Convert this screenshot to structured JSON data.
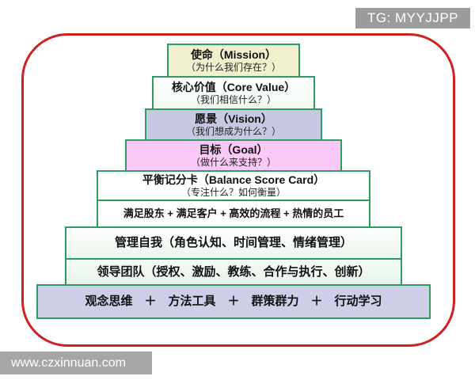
{
  "watermarks": {
    "top_right": "TG: MYYJJPP",
    "bottom_left": "www.czxinnuan.com"
  },
  "colors": {
    "frame_red": "#cc2222",
    "tier_border_green": "#2d9c62",
    "banner_gray": "#9c9c9c",
    "watermark_gray": "#a6a6a6"
  },
  "pyramid": {
    "tiers": [
      {
        "name": "mission",
        "title": "使命（Mission）",
        "subtitle": "（为什么我们存在？）",
        "fill": "#f0f0cf"
      },
      {
        "name": "core-value",
        "title": "核心价值（Core Value）",
        "subtitle": "（我们相信什么？）",
        "fill": "#ffffff"
      },
      {
        "name": "vision",
        "title": "愿景（Vision）",
        "subtitle": "（我们想成为什么？）",
        "fill": "#c8c8e4"
      },
      {
        "name": "goal",
        "title": "目标（Goal）",
        "subtitle": "（做什么来支持？）",
        "fill": "#fbc9f8"
      },
      {
        "name": "balance-score-card",
        "title": "平衡记分卡（Balance Score Card）",
        "subtitle": "（专注什么？如何衡量）",
        "fill": "#ffffff"
      },
      {
        "name": "bsc-perspectives",
        "title": "满足股东 + 满足客户 + 高效的流程 + 热情的员工",
        "fill": "#ffffff"
      },
      {
        "name": "self-management",
        "title": "管理自我（角色认知、时间管理、情绪管理）",
        "fill": "#f4faf5"
      },
      {
        "name": "team-leadership",
        "title": "领导团队（授权、激励、教练、合作与执行、创新）",
        "fill": "#eef6f0"
      },
      {
        "name": "foundation",
        "title": "观念思维　＋　方法工具　＋　群策群力　＋　行动学习",
        "fill": "#cecee8"
      }
    ]
  }
}
